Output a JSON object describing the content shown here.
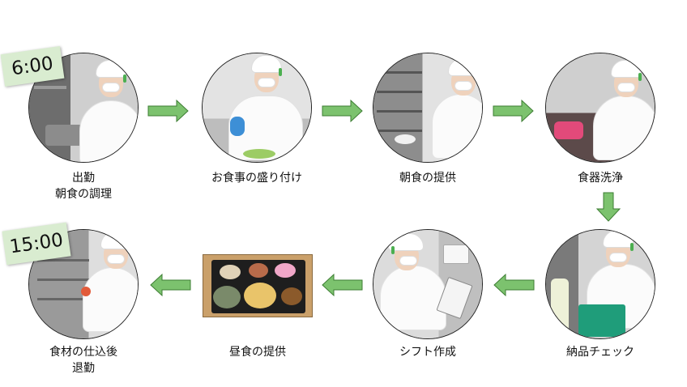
{
  "steps": [
    {
      "caption_line1": "出勤",
      "caption_line2": "朝食の調理",
      "time": "6:00"
    },
    {
      "caption_line1": "お食事の盛り付け",
      "caption_line2": ""
    },
    {
      "caption_line1": "朝食の提供",
      "caption_line2": ""
    },
    {
      "caption_line1": "食器洗浄",
      "caption_line2": ""
    },
    {
      "caption_line1": "納品チェック",
      "caption_line2": ""
    },
    {
      "caption_line1": "シフト作成",
      "caption_line2": ""
    },
    {
      "caption_line1": "昼食の提供",
      "caption_line2": ""
    },
    {
      "caption_line1": "食材の仕込後",
      "caption_line2": "退勤",
      "time": "15:00"
    }
  ],
  "colors": {
    "arrow_fill": "#7cc26e",
    "arrow_stroke": "#3d7d33",
    "badge_bg": "#d9ecd0",
    "cap_tie": "#4caf50"
  }
}
